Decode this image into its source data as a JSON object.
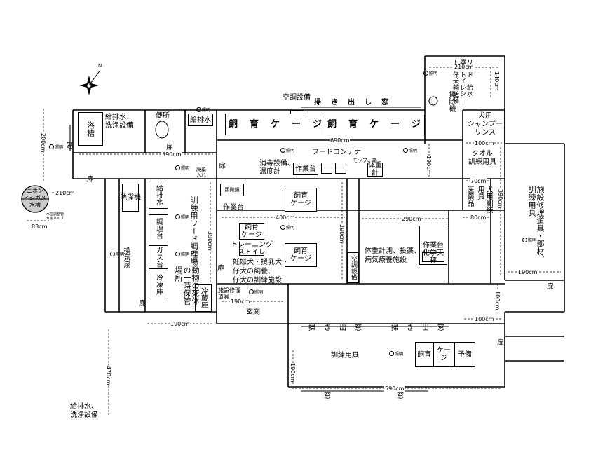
{
  "rooms": {
    "bath_tub": "浴槽",
    "water_wash_top": "給排水、\n洗浄設備",
    "toilet": "便所",
    "water_drain_small": "給排水",
    "aircon": "空調設備",
    "sweep_window_top": "掃　き　出　し　窓",
    "cage_row_left": "飼　育　ケ　ー　ジ",
    "cage_row_right": "飼　育　ケ　ー　ジ",
    "sweeper": "掃除機",
    "supplies": "リード・給水器・トイレシート・仔犬輸送箱",
    "dog_shampoo": "犬用\nシャンプー\nリンス",
    "towel_training": "タオル\n訓練用具",
    "food_container": "フードコンテナ",
    "mop": "モップ、箒",
    "disinfection": "消毒設備、\n温度計",
    "worktable_1": "作業台",
    "scale": "体重\n計",
    "waste_bin": "廃棄\n入れ",
    "laundry": "洗濯機",
    "water_drain_2": "給排水",
    "cooking_table": "調理台",
    "gas_stove": "ガス台",
    "freezer": "冷凍庫",
    "fridge": "冷蔵庫",
    "training_food_area": "訓練用フード調理場",
    "carcass_storage": "動物の死体の一時保管場所",
    "ventilation": "換気扇",
    "microscope": "顕微鏡",
    "worktable_2": "作業台",
    "cage_mid": "飼育\nケージ",
    "cage_small": "飼育\nケージ",
    "training_toilet": "トレーニング\nストイレ",
    "cage_lower": "飼育\nケージ",
    "pregnant_area": "妊娠犬・授乳犬・\n仔犬の飼養、\n仔犬の訓練施設",
    "medicine": "医薬品",
    "dog_training_tools": "犬用訓練用具",
    "facility_repair": "施設修理道具・部材、訓練用具",
    "weigh_area": "体重計測、投薬、\n病気療養施設",
    "worktable_3": "作業台",
    "chem_scale": "化学天秤",
    "aircon_2": "空調設備",
    "repair_tools": "施設修理\n道具",
    "entrance": "玄関",
    "sweep_window_bottom_1": "掃　き　出　窓",
    "sweep_window_bottom_2": "掃　き　出　窓",
    "training_tools": "訓練用具",
    "cage_bottom_1": "飼育",
    "cage_bottom_2": "ケージ",
    "spare": "予備",
    "tank": "ニホン\nイシガメ\n水槽",
    "valve": "水位調整管\n水抜バルブ",
    "water_wash_bottom": "給排水、\n洗浄設備"
  },
  "labels": {
    "window": "窓",
    "door": "扉",
    "light": "照明",
    "north": "N"
  },
  "dimensions": {
    "d_210_top": "210cm",
    "d_140": "140cm",
    "d_690": "690cm",
    "d_190_a": "190cm",
    "d_100_a": "100cm",
    "d_390_a": "390cm",
    "d_200": "200cm",
    "d_210_tank": "210cm",
    "d_83": "83cm",
    "d_70": "70cm",
    "d_80": "80cm",
    "d_390_b": "390cm",
    "d_400": "400cm",
    "d_290_a": "290cm",
    "d_290_b": "290cm",
    "d_390_c": "390cm",
    "d_190_b": "190cm",
    "d_190_c": "190cm",
    "d_190_d": "190cm",
    "d_100_b": "100cm",
    "d_100_c": "100cm",
    "d_470": "470cm",
    "d_190_e": "190cm",
    "d_590": "590cm"
  }
}
